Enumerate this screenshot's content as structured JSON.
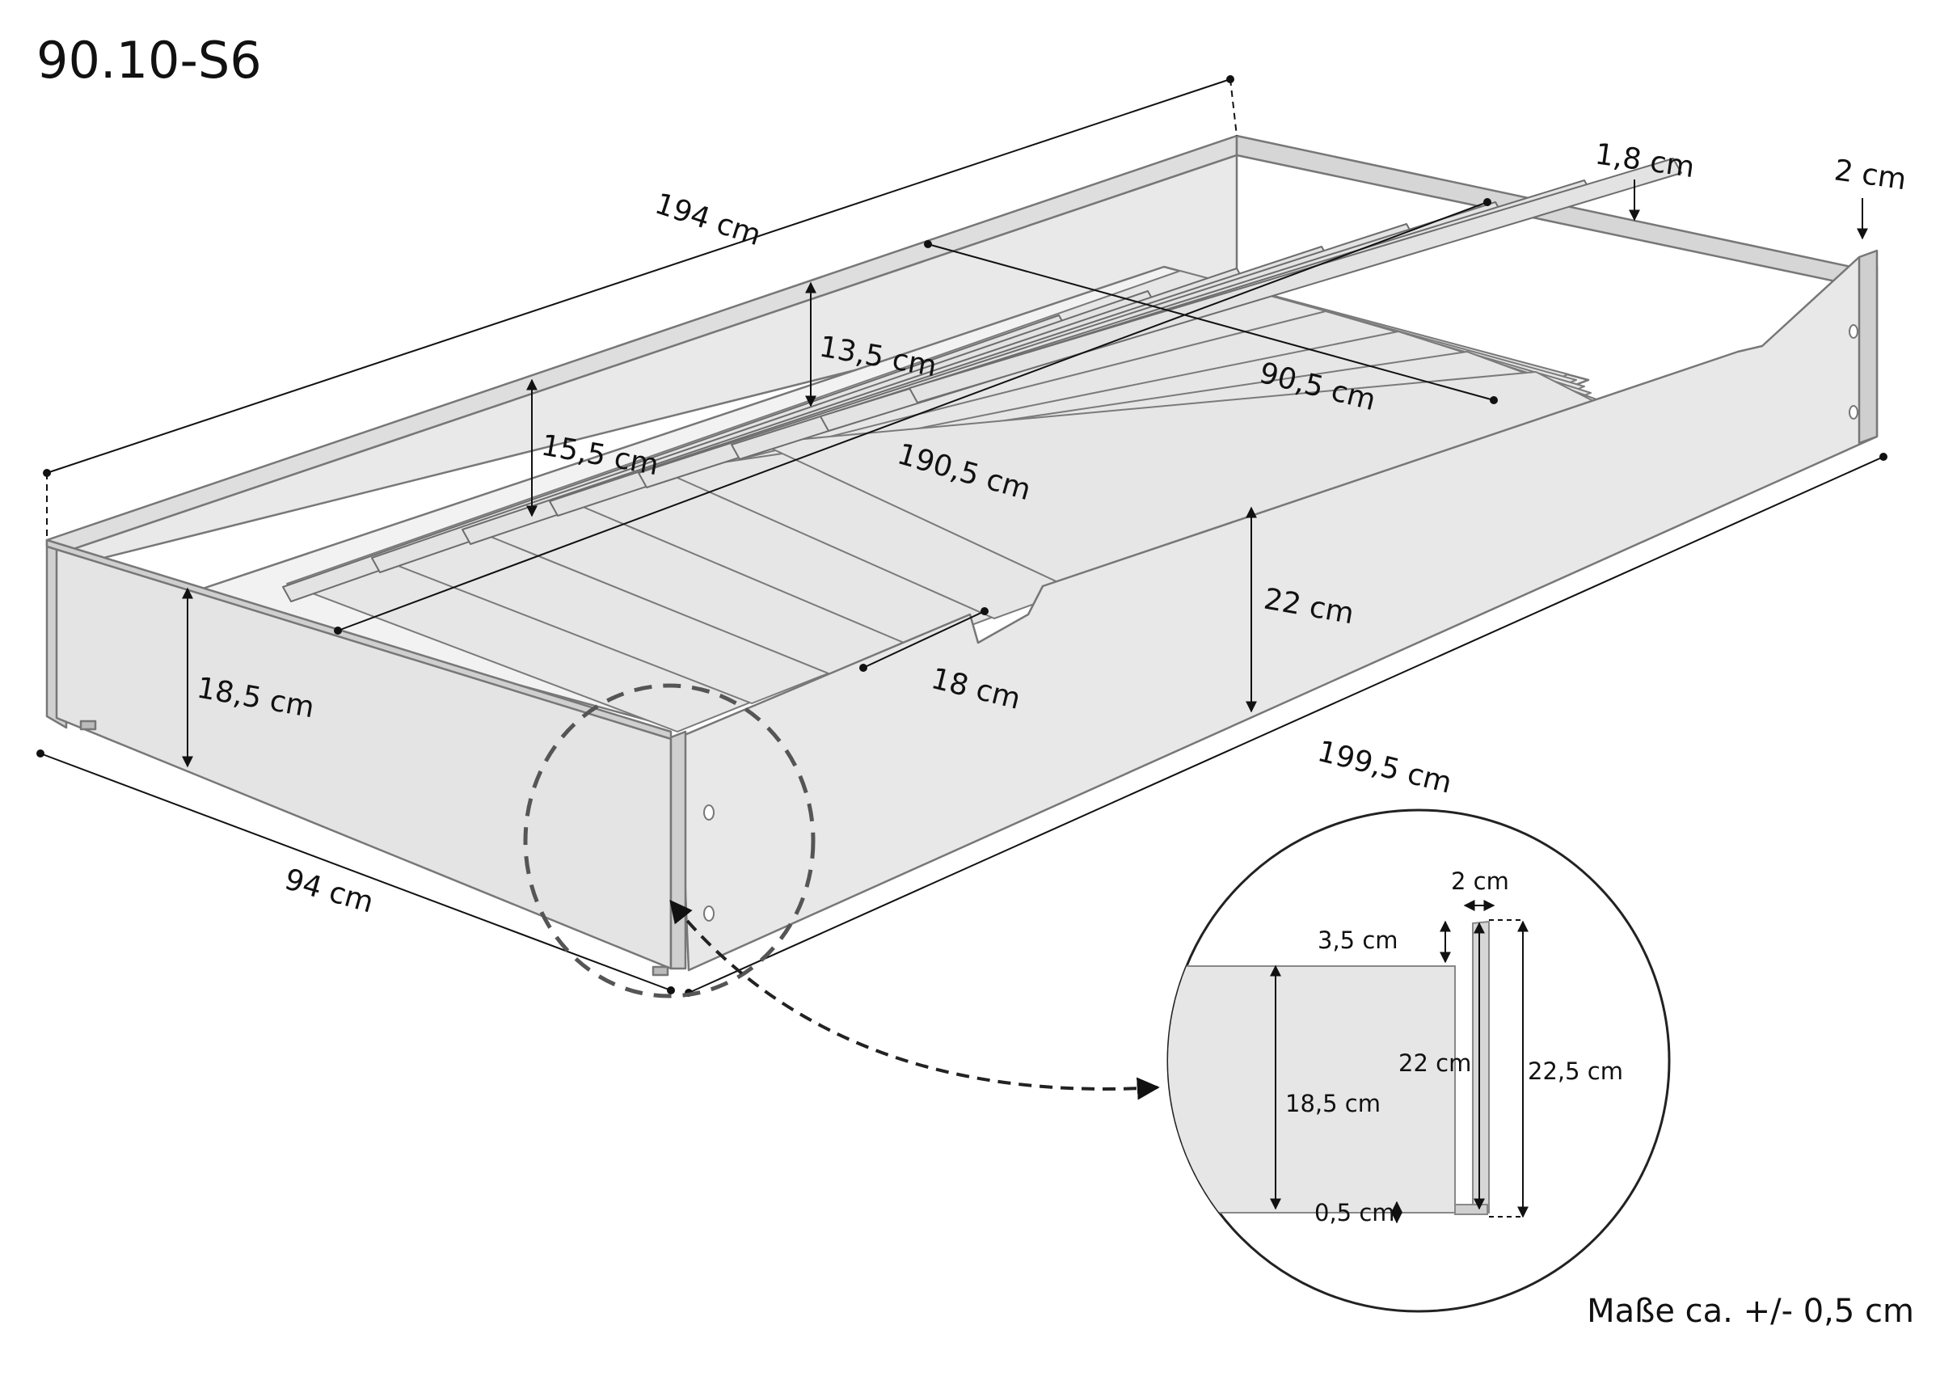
{
  "product_code": "90.10-S6",
  "footnote": "Maße ca. +/- 0,5 cm",
  "dimensions": {
    "total_length": "194 cm",
    "inner_length_bottom": "199,5 cm",
    "width": "94 cm",
    "slat_length": "90,5 cm",
    "slat_frame_length": "190,5 cm",
    "side_height_right": "22 cm",
    "front_height": "18,5 cm",
    "inner_height_left": "15,5 cm",
    "inner_height_back": "13,5 cm",
    "handle_cutout": "18 cm",
    "board_thickness": "1,8 cm",
    "end_thickness": "2 cm"
  },
  "detail": {
    "thickness": "2 cm",
    "top_offset": "3,5 cm",
    "front_height": "18,5 cm",
    "side_height": "22 cm",
    "total_height": "22,5 cm",
    "bottom_gap": "0,5 cm"
  }
}
